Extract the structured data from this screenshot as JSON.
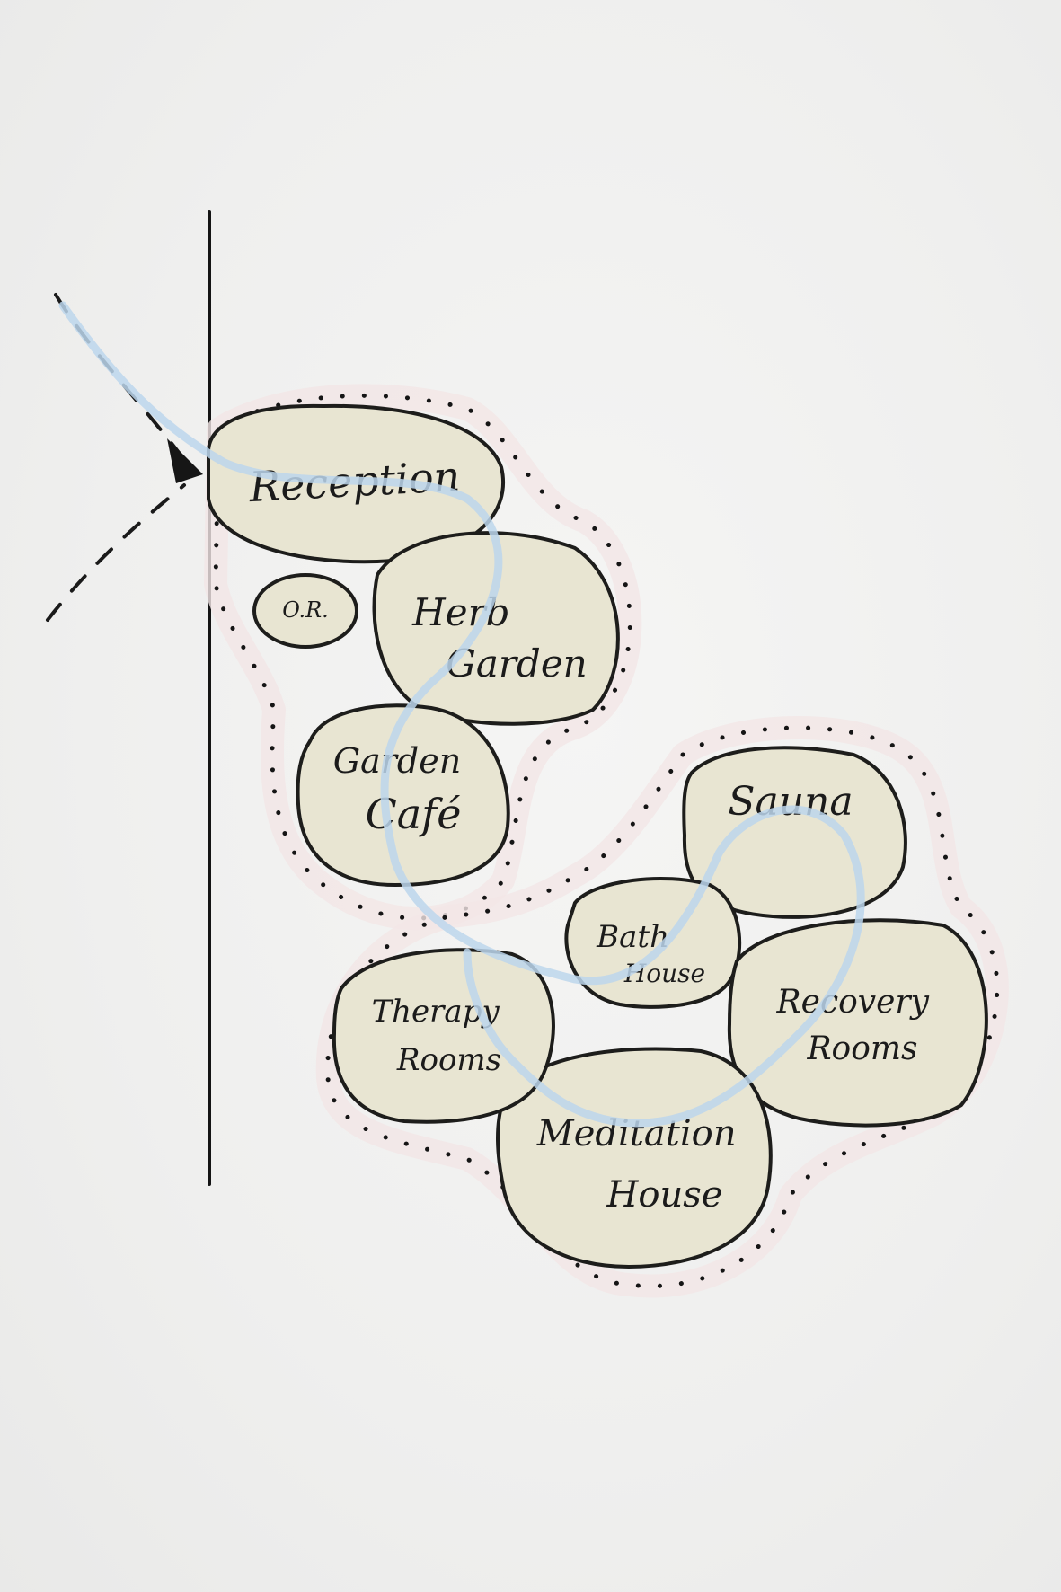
{
  "diagram": {
    "type": "bubble diagram",
    "zones": [
      {
        "id": "public-zone",
        "members": [
          "Reception",
          "O.R.",
          "Herb Garden",
          "Garden Café"
        ]
      },
      {
        "id": "wellness-zone",
        "members": [
          "Sauna",
          "Bath House",
          "Therapy Rooms",
          "Recovery Rooms",
          "Meditation House"
        ]
      }
    ],
    "spaces": [
      {
        "id": "reception",
        "lines": [
          "Reception"
        ]
      },
      {
        "id": "or",
        "lines": [
          "O.R."
        ]
      },
      {
        "id": "herb-garden",
        "lines": [
          "Herb",
          "Garden"
        ]
      },
      {
        "id": "garden-cafe",
        "lines": [
          "Garden",
          "Café"
        ]
      },
      {
        "id": "sauna",
        "lines": [
          "Sauna"
        ]
      },
      {
        "id": "bath-house",
        "lines": [
          "Bath",
          "House"
        ]
      },
      {
        "id": "therapy-rooms",
        "lines": [
          "Therapy",
          "Rooms"
        ]
      },
      {
        "id": "recovery-rooms",
        "lines": [
          "Recovery",
          "Rooms"
        ]
      },
      {
        "id": "meditation-house",
        "lines": [
          "Meditation",
          "House"
        ]
      }
    ],
    "circulation": [
      "Reception",
      "Herb Garden",
      "Garden Café",
      "Bath House",
      "Sauna",
      "Recovery Rooms",
      "Meditation House",
      "Therapy Rooms"
    ],
    "colors": {
      "bubble_fill": "#e8e5d2",
      "outline": "#1d1d1b",
      "flow": "#bcd6ec",
      "zone_halo": "#f3e6e6",
      "paper": "#f1f1f0"
    }
  }
}
